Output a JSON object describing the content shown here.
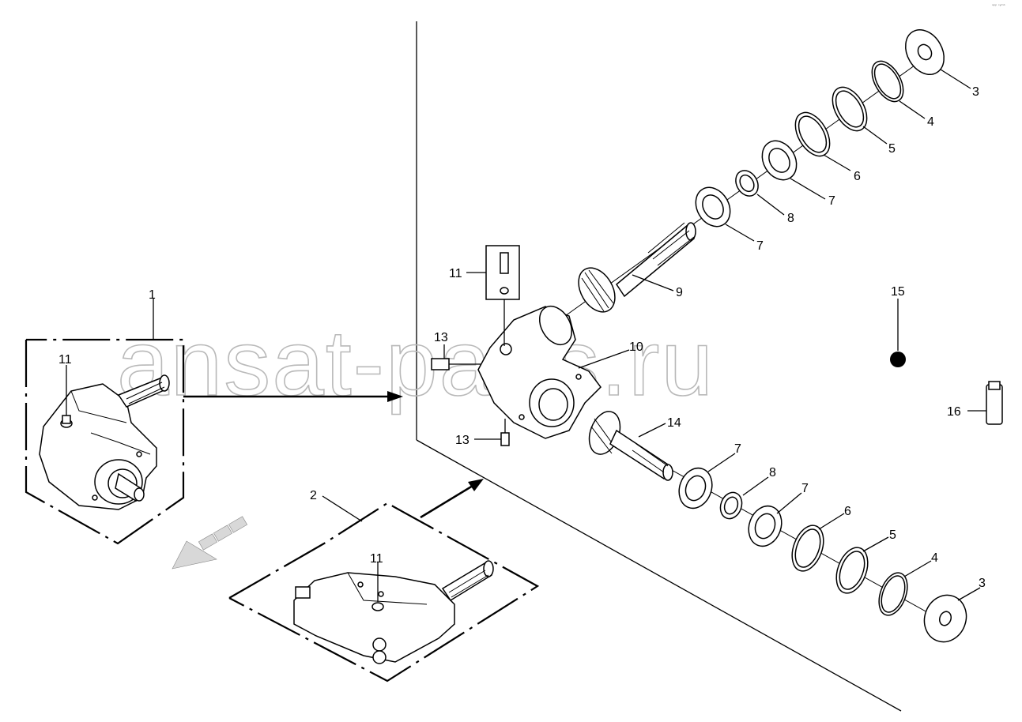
{
  "watermark": "ansat-parts.ru",
  "corner_mark": "ᵃᵖᵖ ˢʸᵐᵇ",
  "callouts": [
    {
      "id": "c1",
      "text": "1"
    },
    {
      "id": "c2",
      "text": "2"
    },
    {
      "id": "c11a",
      "text": "11"
    },
    {
      "id": "c11b",
      "text": "11"
    },
    {
      "id": "c11c",
      "text": "11"
    },
    {
      "id": "c13a",
      "text": "13"
    },
    {
      "id": "c13b",
      "text": "13"
    },
    {
      "id": "c10",
      "text": "10"
    },
    {
      "id": "c9",
      "text": "9"
    },
    {
      "id": "c14",
      "text": "14"
    },
    {
      "id": "c15",
      "text": "15"
    },
    {
      "id": "c16",
      "text": "16"
    },
    {
      "id": "c3a",
      "text": "3"
    },
    {
      "id": "c4a",
      "text": "4"
    },
    {
      "id": "c5a",
      "text": "5"
    },
    {
      "id": "c6a",
      "text": "6"
    },
    {
      "id": "c7a",
      "text": "7"
    },
    {
      "id": "c8a",
      "text": "8"
    },
    {
      "id": "c7b",
      "text": "7"
    },
    {
      "id": "c7c",
      "text": "7"
    },
    {
      "id": "c8b",
      "text": "8"
    },
    {
      "id": "c7d",
      "text": "7"
    },
    {
      "id": "c6b",
      "text": "6"
    },
    {
      "id": "c5b",
      "text": "5"
    },
    {
      "id": "c4b",
      "text": "4"
    },
    {
      "id": "c3b",
      "text": "3"
    }
  ]
}
